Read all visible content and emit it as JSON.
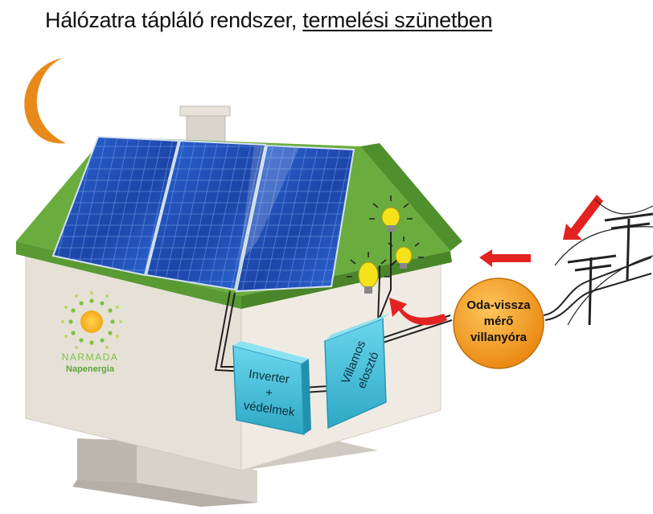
{
  "title": {
    "main": "Hálózatra tápláló rendszer, ",
    "underlined": "termelési szünetben"
  },
  "components": {
    "inverter": [
      "Inverter",
      "+",
      "védelmek"
    ],
    "distributor": [
      "Villamos",
      "elosztó"
    ],
    "meter": [
      "Oda-vissza",
      "mérő",
      "villanyóra"
    ]
  },
  "logo": {
    "name": "NARMADA",
    "tagline": "Napenergia"
  },
  "colors": {
    "roof": "#6aad3e",
    "wall": "#e9e4da",
    "panel": "#1f4fb8",
    "box": "#4fc3dc",
    "meter": "#f39a1f",
    "arrow": "#e32222",
    "moon": "#e88a1a",
    "bulb": "#f5e21a"
  }
}
